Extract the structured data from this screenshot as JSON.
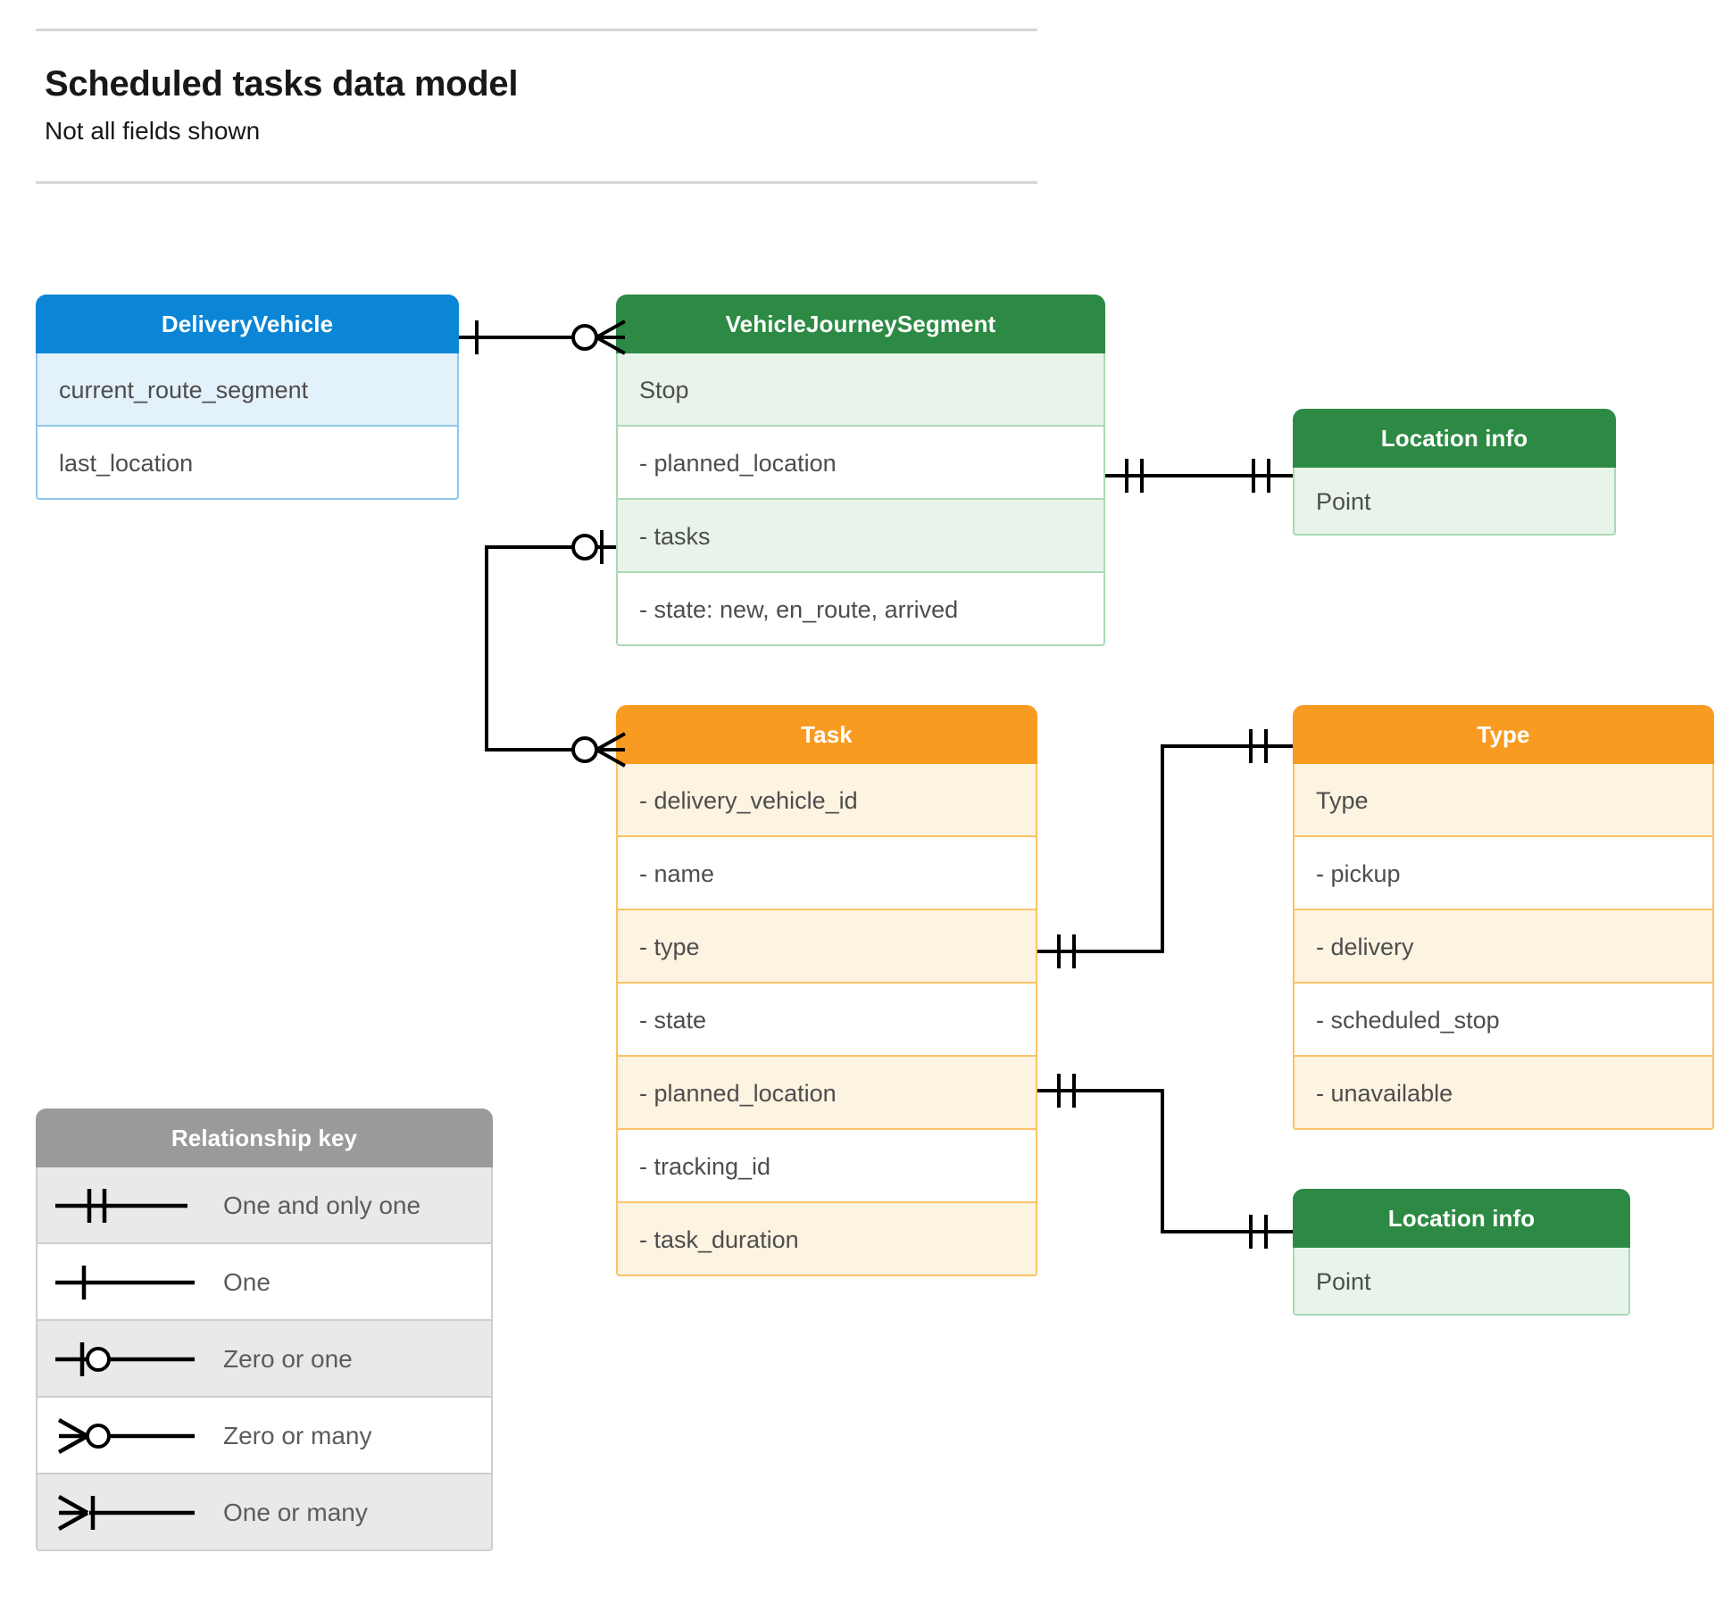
{
  "header": {
    "title": "Scheduled tasks data model",
    "subtitle": "Not all fields shown"
  },
  "colors": {
    "blue_header": "#0b86d6",
    "blue_row_alt": "#e3f1fb",
    "blue_border": "#8fc8ee",
    "green_header": "#2d8a44",
    "green_row_alt": "#e8f4ea",
    "green_border": "#a9d9b5",
    "orange_header": "#f89b20",
    "orange_row_alt": "#fdf3e1",
    "orange_border": "#fbc265",
    "grey_header": "#9a9a9a",
    "grey_row_alt": "#e9e9e9",
    "connector": "#000000",
    "title_text": "#17181a",
    "row_text": "#4d4d4d"
  },
  "entities": {
    "delivery_vehicle": {
      "title": "DeliveryVehicle",
      "theme": "blue",
      "rows": [
        "current_route_segment",
        "last_location"
      ]
    },
    "vehicle_journey_segment": {
      "title": "VehicleJourneySegment",
      "theme": "green",
      "rows": [
        "Stop",
        "-  planned_location",
        "- tasks",
        "- state: new, en_route, arrived"
      ]
    },
    "location_info_top": {
      "title": "Location info",
      "theme": "green",
      "rows": [
        "Point"
      ]
    },
    "task": {
      "title": "Task",
      "theme": "orange",
      "rows": [
        "- delivery_vehicle_id",
        "- name",
        "- type",
        "- state",
        "- planned_location",
        "- tracking_id",
        "- task_duration"
      ]
    },
    "type": {
      "title": "Type",
      "theme": "orange",
      "rows": [
        "Type",
        "-   pickup",
        "-   delivery",
        "-   scheduled_stop",
        "-   unavailable"
      ]
    },
    "location_info_bottom": {
      "title": "Location info",
      "theme": "green",
      "rows": [
        "Point"
      ]
    }
  },
  "legend": {
    "title": "Relationship key",
    "items": [
      {
        "symbol": "one-and-only-one-icon",
        "label": "One and only one"
      },
      {
        "symbol": "one-icon",
        "label": "One"
      },
      {
        "symbol": "zero-or-one-icon",
        "label": "Zero or one"
      },
      {
        "symbol": "zero-or-many-icon",
        "label": "Zero or many"
      },
      {
        "symbol": "one-or-many-icon",
        "label": "One or many"
      }
    ]
  },
  "relationships": [
    {
      "from": "DeliveryVehicle",
      "from_cardinality": "One",
      "to": "VehicleJourneySegment",
      "to_cardinality": "Zero or many"
    },
    {
      "from": "VehicleJourneySegment.tasks",
      "from_cardinality": "Zero or one",
      "to": "Task",
      "to_cardinality": "Zero or many"
    },
    {
      "from": "VehicleJourneySegment.planned_location",
      "from_cardinality": "One and only one",
      "to": "Location info",
      "to_cardinality": "One and only one"
    },
    {
      "from": "Task.type",
      "from_cardinality": "One and only one",
      "to": "Type",
      "to_cardinality": "One and only one"
    },
    {
      "from": "Task.planned_location",
      "from_cardinality": "One and only one",
      "to": "Location info",
      "to_cardinality": "One and only one"
    }
  ]
}
